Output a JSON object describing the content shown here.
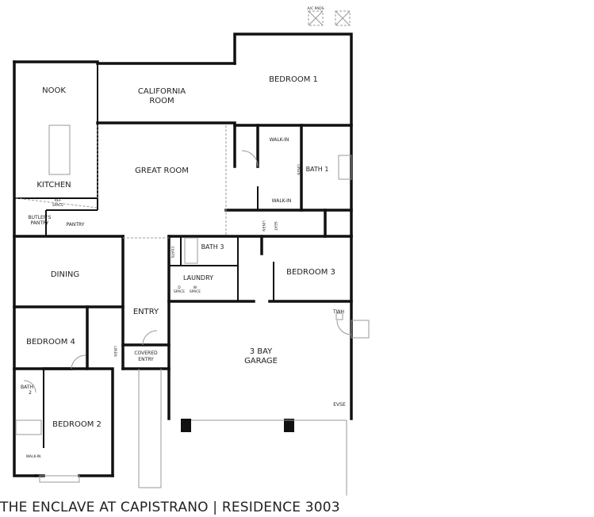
{
  "title": "THE ENCLAVE AT CAPISTRANO | RESIDENCE 3003",
  "rooms": {
    "nook": "NOOK",
    "california_room": [
      "CALIFORNIA",
      "ROOM"
    ],
    "bedroom1": "BEDROOM 1",
    "great_room": "GREAT ROOM",
    "kitchen": "KITCHEN",
    "walk_in_1": "WALK-IN",
    "walk_in_2": "WALK-IN",
    "bath1": "BATH 1",
    "linen_1": "LINEN",
    "ref_space": [
      "REF",
      "SPACE"
    ],
    "butlers_pantry": [
      "BUTLER'S",
      "PANTRY"
    ],
    "pantry": "PANTRY",
    "linen_2": "LINEN",
    "seat": "SEAT",
    "bath3": "BATH 3",
    "coats": "COATS",
    "bedroom3": "BEDROOM 3",
    "dining": "DINING",
    "laundry": "LAUNDRY",
    "d_space": [
      "D",
      "SPACE"
    ],
    "w_space": [
      "W",
      "SPACE"
    ],
    "entry": "ENTRY",
    "twh": "TWH",
    "bedroom4": "BEDROOM 4",
    "linen_3": "LINEN",
    "covered_entry": [
      "COVERED",
      "ENTRY"
    ],
    "garage": [
      "3 BAY",
      "GARAGE"
    ],
    "bath2": [
      "BATH",
      "2"
    ],
    "evse": "EVSE",
    "bedroom2": "BEDROOM 2",
    "walk_in_3": "WALK-IN",
    "ac_pads": "A/C PADS"
  }
}
